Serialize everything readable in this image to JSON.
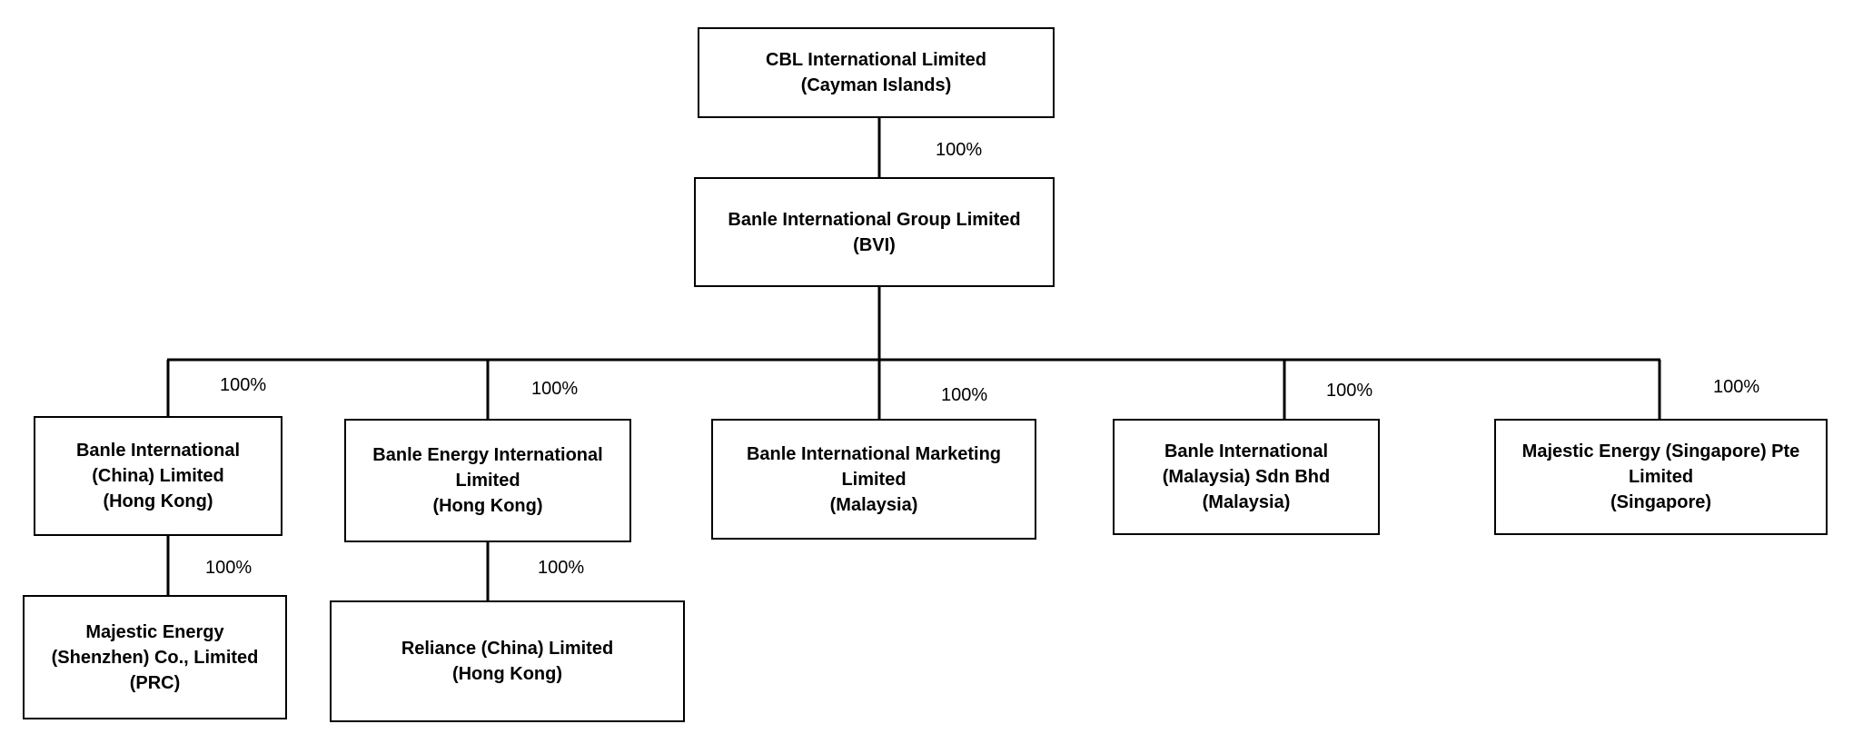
{
  "colors": {
    "line": "#000000",
    "box_border": "#000000",
    "background": "#ffffff"
  },
  "entities": {
    "cbl": {
      "name": "CBL International Limited",
      "jurisdiction": "(Cayman Islands)"
    },
    "banle_group": {
      "name": "Banle International Group Limited",
      "jurisdiction": "(BVI)"
    },
    "banle_china": {
      "name": "Banle International (China) Limited",
      "jurisdiction": "(Hong Kong)"
    },
    "banle_energy": {
      "name": "Banle Energy International Limited",
      "jurisdiction": "(Hong Kong)"
    },
    "banle_marketing": {
      "name": "Banle International Marketing Limited",
      "jurisdiction": "(Malaysia)"
    },
    "banle_malaysia": {
      "name": "Banle International (Malaysia) Sdn Bhd",
      "jurisdiction": "(Malaysia)"
    },
    "majestic_singapore": {
      "name": "Majestic Energy (Singapore) Pte Limited",
      "jurisdiction": "(Singapore)"
    },
    "majestic_shenzhen": {
      "name": "Majestic Energy (Shenzhen) Co., Limited",
      "jurisdiction": "(PRC)"
    },
    "reliance": {
      "name": "Reliance (China) Limited",
      "jurisdiction": "(Hong Kong)"
    }
  },
  "ownership": {
    "cbl_to_group": "100%",
    "group_to_china": "100%",
    "group_to_energy": "100%",
    "group_to_marketing": "100%",
    "group_to_malaysia": "100%",
    "group_to_singapore": "100%",
    "china_to_shenzhen": "100%",
    "energy_to_reliance": "100%"
  }
}
